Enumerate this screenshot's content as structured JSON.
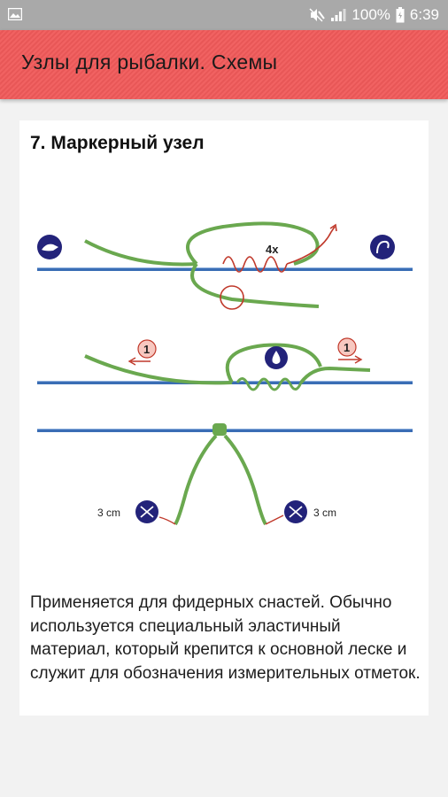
{
  "statusbar": {
    "battery": "100%",
    "time": "6:39"
  },
  "appbar": {
    "title": "Узлы для рыбалки. Схемы"
  },
  "card": {
    "heading": "7. Маркерный узел",
    "description": "Применяется для фидерных снастей. Обычно используется специальный эластичный материал, который крепится к основной леске и служит для обозначения измерительных отметок.",
    "diagram": {
      "turns_label": "4x",
      "step_label": "1",
      "length_left": "3 cm",
      "length_right": "3 cm"
    }
  },
  "colors": {
    "appbar": "#f05a5a",
    "main_line": "#3a6db5",
    "marker_line": "#6aa84f",
    "tag_line": "#c0392b",
    "icon_circle": "#23237a"
  }
}
